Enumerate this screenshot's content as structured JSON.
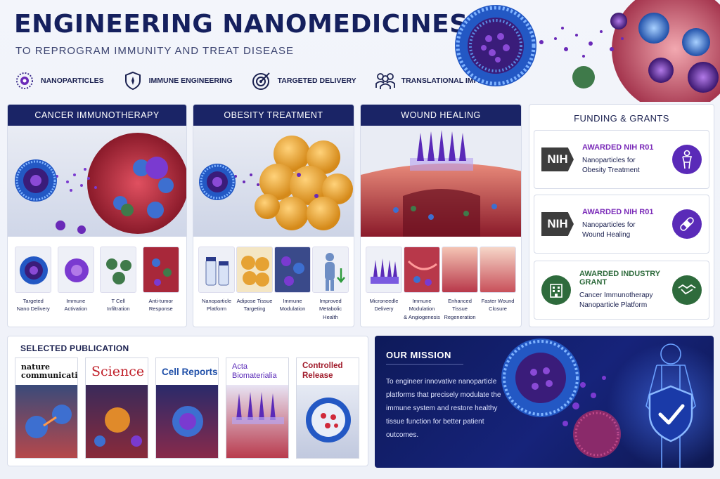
{
  "header": {
    "title": "ENGINEERING NANOMEDICINES",
    "subtitle": "TO REPROGRAM IMMUNITY AND TREAT DISEASE"
  },
  "tags": [
    {
      "label": "NANOPARTICLES",
      "icon": "nanoparticle-icon"
    },
    {
      "label": "IMMUNE ENGINEERING",
      "icon": "shield-icon"
    },
    {
      "label": "TARGETED DELIVERY",
      "icon": "target-icon"
    },
    {
      "label": "TRANSLATIONAL IMPACT",
      "icon": "people-icon"
    }
  ],
  "panels": [
    {
      "title": "CANCER IMMUNOTHERAPY",
      "thumbs": [
        {
          "label": "Targeted\nNano Delivery"
        },
        {
          "label": "Immune\nActivation"
        },
        {
          "label": "T Cell\nInfiltration"
        },
        {
          "label": "Anti-tumor\nResponse"
        }
      ]
    },
    {
      "title": "OBESITY TREATMENT",
      "thumbs": [
        {
          "label": "Nanoparticle\nPlatform"
        },
        {
          "label": "Adipose Tissue\nTargeting"
        },
        {
          "label": "Immune\nModulation"
        },
        {
          "label": "Improved Metabolic\nHealth"
        }
      ]
    },
    {
      "title": "WOUND HEALING",
      "thumbs": [
        {
          "label": "Microneedle\nDelivery"
        },
        {
          "label": "Immune Modulation\n& Angiogenesis"
        },
        {
          "label": "Enhanced Tissue\nRegeneration"
        },
        {
          "label": "Faster Wound\nClosure"
        }
      ]
    }
  ],
  "funding": {
    "title": "FUNDING & GRANTS",
    "grants": [
      {
        "badge": "NIH",
        "title": "AWARDED NIH R01",
        "desc": "Nanoparticles for\nObesity Treatment",
        "icon": "body-icon"
      },
      {
        "badge": "NIH",
        "title": "AWARDED NIH R01",
        "desc": "Nanoparticles for\nWound Healing",
        "icon": "bandage-icon"
      },
      {
        "title": "AWARDED INDUSTRY GRANT",
        "desc": "Cancer Immunotherapy\nNanoparticle Platform",
        "icon": "handshake-icon"
      }
    ]
  },
  "publications": {
    "title": "SELECTED PUBLICATION",
    "journals": [
      {
        "name": "nature\ncommunications"
      },
      {
        "name": "Science"
      },
      {
        "name": "Cell Reports"
      },
      {
        "name": "Acta\nBiomaterialia"
      },
      {
        "name": "Controlled\nRelease"
      }
    ]
  },
  "mission": {
    "title": "OUR MISSION",
    "text": "To engineer innovative nanoparticle platforms that precisely modulate the immune system and restore healthy tissue function for better patient outcomes."
  },
  "colors": {
    "navy": "#1a2466",
    "purple": "#7a2ab8",
    "green": "#2e6b3c"
  }
}
